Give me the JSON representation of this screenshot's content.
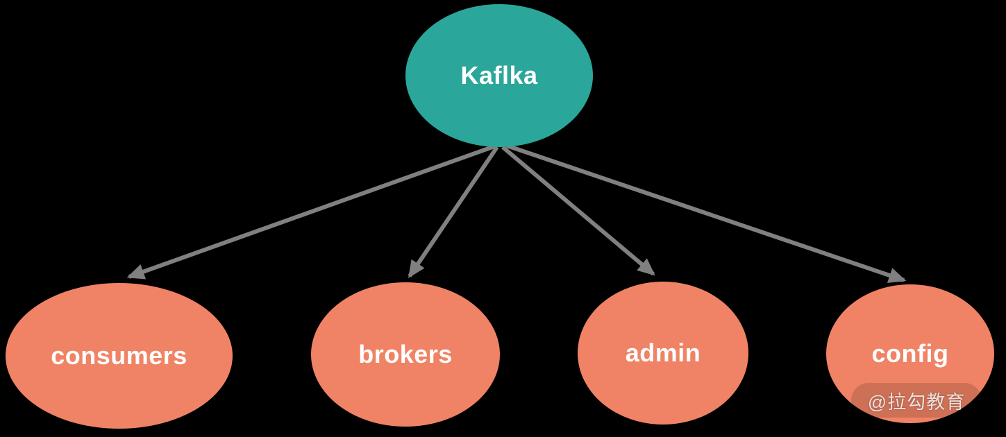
{
  "diagram": {
    "type": "tree",
    "background_color": "#000000",
    "colors": {
      "root_fill": "#2aa79a",
      "child_fill": "#f08365",
      "arrow": "#808080",
      "label_text": "#ffffff",
      "watermark_text": "#e0e0e0"
    },
    "nodes": {
      "root": {
        "label": "Kaflka"
      },
      "children": [
        {
          "label": "consumers"
        },
        {
          "label": "brokers"
        },
        {
          "label": "admin"
        },
        {
          "label": "config"
        }
      ]
    },
    "edges": [
      {
        "from": "Kaflka",
        "to": "consumers",
        "direction": "down-left"
      },
      {
        "from": "Kaflka",
        "to": "brokers",
        "direction": "down-left"
      },
      {
        "from": "Kaflka",
        "to": "admin",
        "direction": "down-right"
      },
      {
        "from": "Kaflka",
        "to": "config",
        "direction": "down-right"
      }
    ],
    "watermark": {
      "text": "@拉勾教育"
    }
  }
}
